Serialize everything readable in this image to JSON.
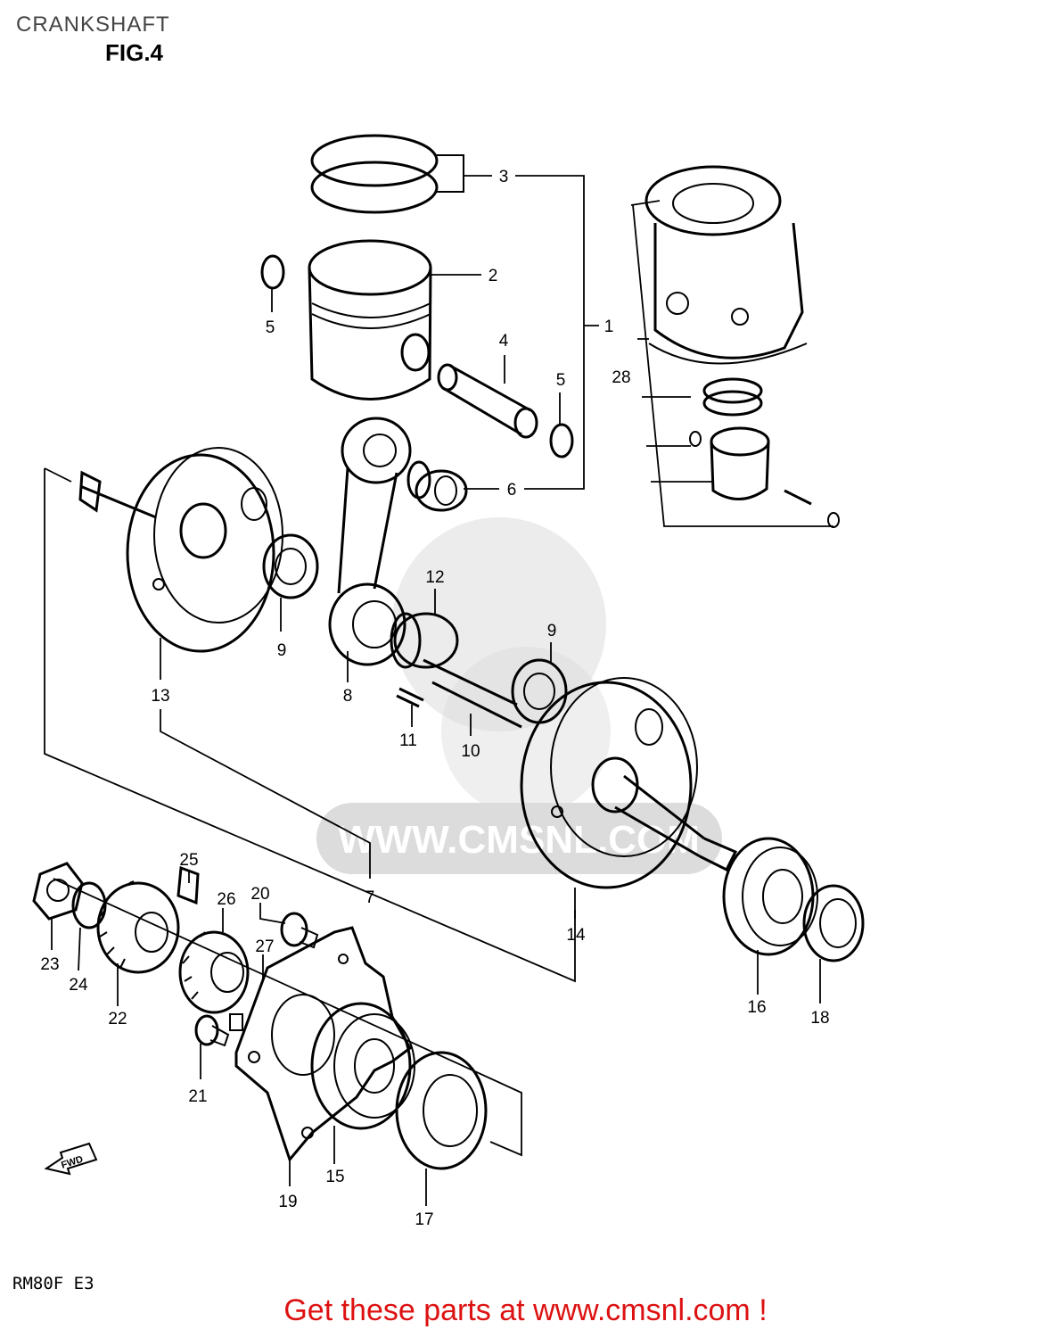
{
  "header": {
    "title": "CRANKSHAFT",
    "figure": "FIG.4"
  },
  "model_code": "RM80F E3",
  "footer_text": "Get these parts at www.cmsnl.com !",
  "watermark_text": "WWW.CMSNL.COM",
  "fwd_label": "FWD",
  "callouts": {
    "c1": "1",
    "c2": "2",
    "c3": "3",
    "c4": "4",
    "c5a": "5",
    "c5b": "5",
    "c6": "6",
    "c7": "7",
    "c8": "8",
    "c9a": "9",
    "c9b": "9",
    "c10": "10",
    "c11": "11",
    "c12": "12",
    "c13": "13",
    "c14": "14",
    "c15": "15",
    "c16": "16",
    "c17": "17",
    "c18": "18",
    "c19": "19",
    "c20": "20",
    "c21": "21",
    "c22": "22",
    "c23": "23",
    "c24": "24",
    "c25": "25",
    "c26": "26",
    "c27": "27",
    "c28": "28"
  },
  "colors": {
    "footer": "#dd1111",
    "line": "#000000",
    "watermark": "#dcdcdc"
  }
}
